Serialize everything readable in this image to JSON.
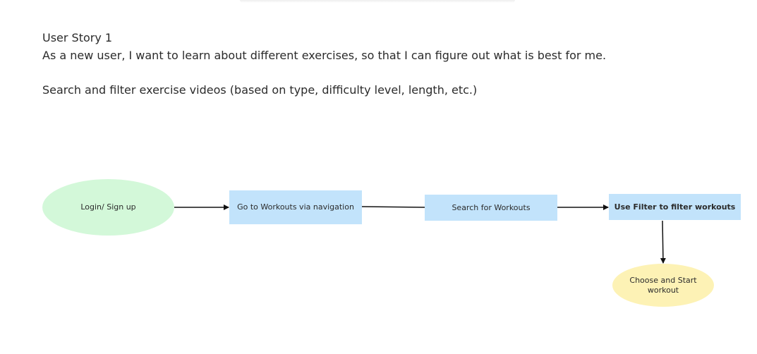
{
  "story": {
    "title": "User Story 1",
    "statement": "As a new user, I want to learn about different exercises, so that I can figure out what is best for me.",
    "task": "Search and filter exercise videos (based on type, difficulty level, length, etc.)"
  },
  "flow": {
    "nodes": {
      "login": "Login/ Sign up",
      "goto_workouts": "Go to Workouts via navigation",
      "search": "Search for Workouts",
      "filter": "Use Filter to filter workouts",
      "choose": "Choose and Start workout"
    }
  },
  "colors": {
    "start_node": "#d3f8d9",
    "process_node": "#c2e3fb",
    "end_node": "#fdf2b5",
    "arrow": "#111111"
  }
}
